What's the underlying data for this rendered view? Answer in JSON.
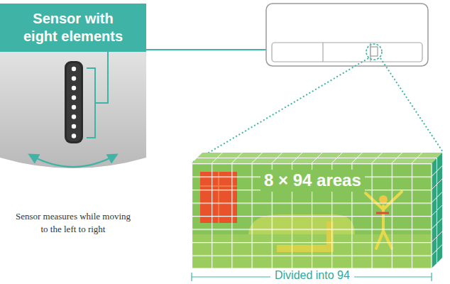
{
  "diagram": {
    "nodes": [
      {
        "text": [
          "Sensor with eight elements"
        ]
      }
    ],
    "labels": [
      "Sensor measures while moving to the left to right",
      "8 × 94 areas",
      "Divided into 94"
    ]
  }
}
